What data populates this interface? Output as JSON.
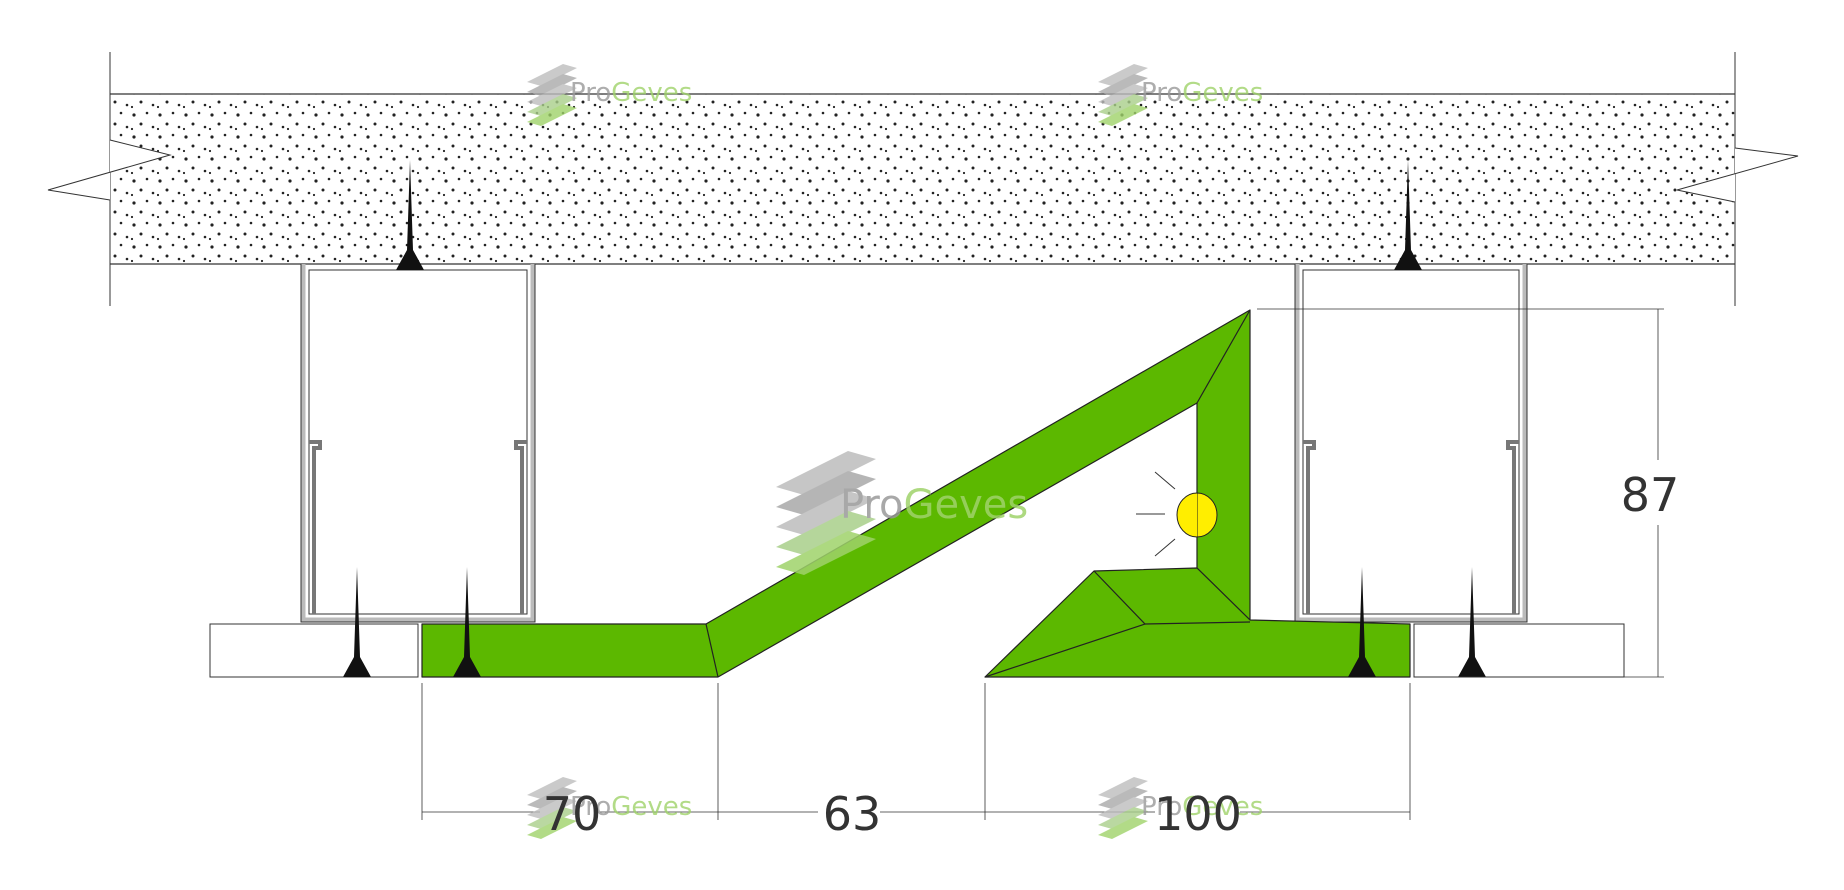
{
  "colors": {
    "profile_green": "#5cb800",
    "outline": "#333333",
    "metal_frame": "#aaaaaa",
    "light_yellow": "#ffee00",
    "watermark_dark": "#999999",
    "watermark_green": "#9fd36a"
  },
  "dimensions": {
    "profile_width": "70",
    "gap": "63",
    "right_width": "100",
    "height": "87"
  },
  "watermark": {
    "part1": "Pro",
    "part2": "Geves"
  },
  "icons": {
    "watermark_logo": "progeves-logo-icon",
    "screw": "screw-icon",
    "light": "led-light-icon"
  }
}
